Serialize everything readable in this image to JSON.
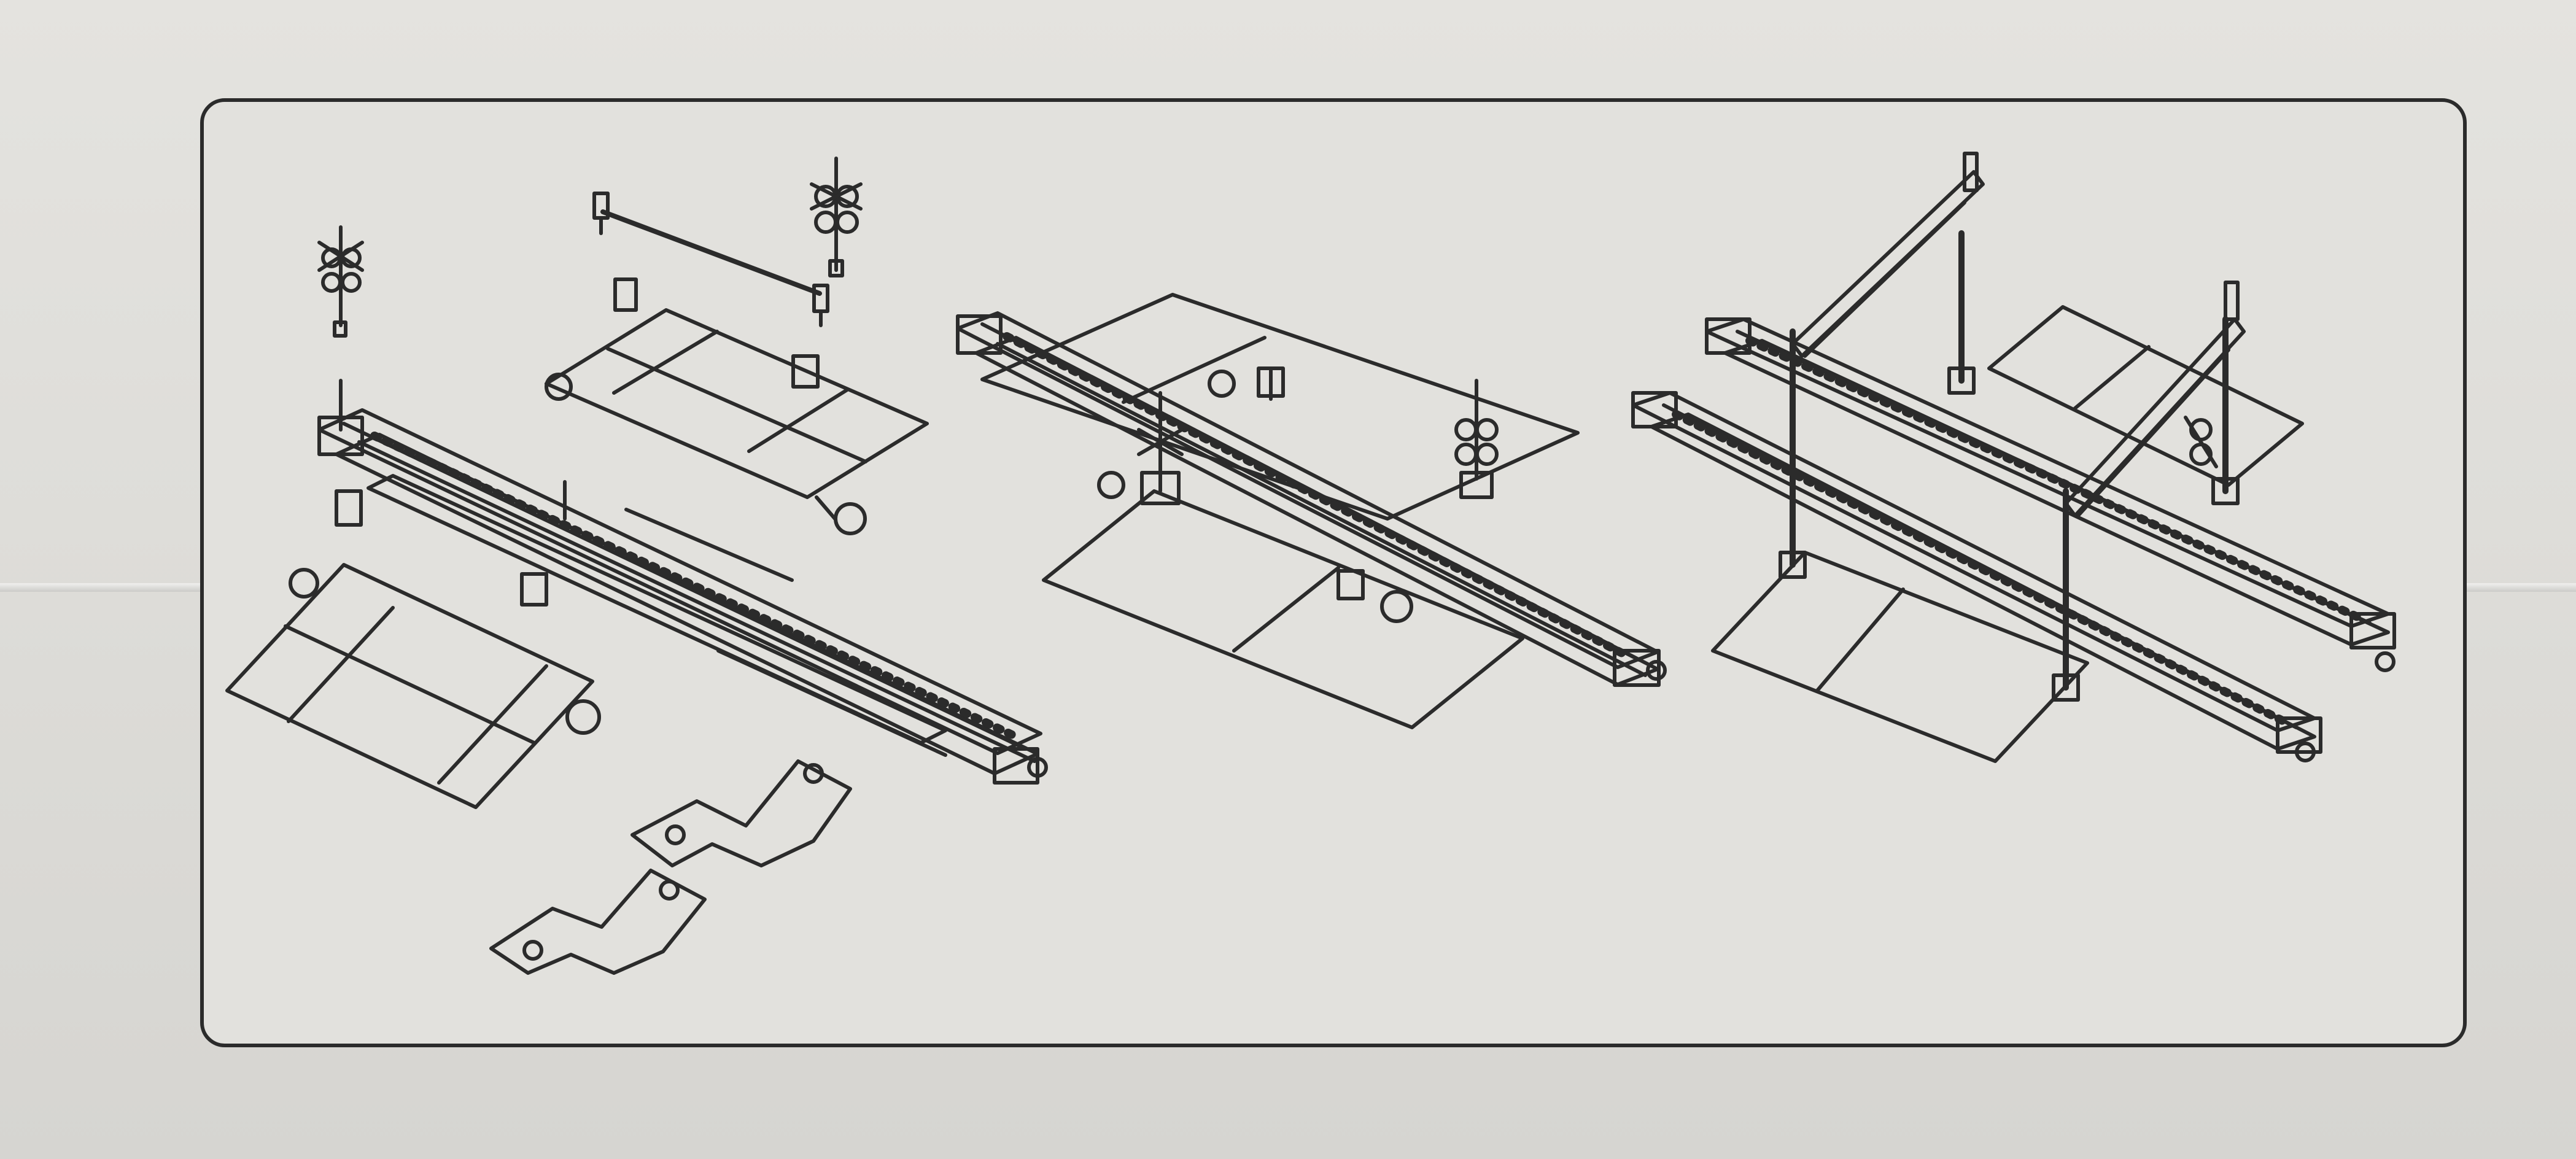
{
  "document": {
    "kind": "instruction-sheet-illustration",
    "text_items": [],
    "figures": [
      {
        "id": "figure-1",
        "parts": [
          "crossing-signal",
          "barrier-pole",
          "road-plate",
          "track-section",
          "road-ramp-plate",
          "connector-plates"
        ]
      },
      {
        "id": "figure-2",
        "parts": [
          "single-track-crossing-assembled",
          "crossing-signals",
          "road-plates"
        ]
      },
      {
        "id": "figure-3",
        "parts": [
          "double-track-crossing-assembled",
          "signal-gantry",
          "road-plates"
        ]
      }
    ]
  },
  "colors": {
    "paper": "#e2e1dd",
    "ink": "#2b2b2b"
  }
}
